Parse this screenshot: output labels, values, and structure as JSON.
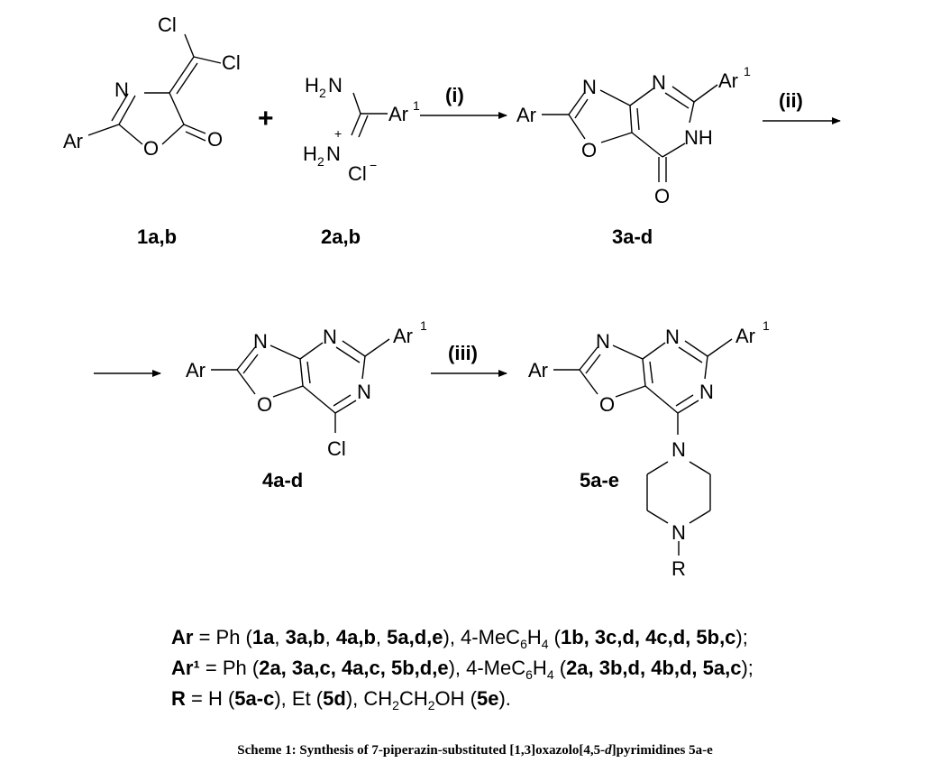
{
  "atoms": {
    "cl": "Cl",
    "n": "N",
    "o": "O",
    "ar": "Ar",
    "ar1": "Ar",
    "sup_1": "1",
    "nh": "NH",
    "h2n_h": "H",
    "h2n_n": "N",
    "sub_2": "2",
    "plus_charge": "+",
    "cl_anion": "Cl",
    "minus_charge": "−",
    "r": "R"
  },
  "plus_sign": "+",
  "steps": {
    "i": "(i)",
    "ii": "(ii)",
    "iii": "(iii)"
  },
  "compounds": {
    "c1": "1a,b",
    "c2": "2a,b",
    "c3": "3a-d",
    "c4": "4a-d",
    "c5": "5a-e"
  },
  "legend": {
    "row1": {
      "label": "Ar",
      "eq": " = Ph (",
      "p1": "1a",
      "s1": ", ",
      "p2": "3a,b",
      "s2": ", ",
      "p3": "4a,b",
      "s3": ", ",
      "p4": "5a,d,e",
      "s4": "), 4-MeC",
      "sub1": "6",
      "mid": "H",
      "sub2": "4",
      "s5": " (",
      "p5": "1b, 3c,d, 4c,d, 5b,c",
      "end": ");"
    },
    "row2": {
      "label": "Ar¹",
      "eq": " = Ph (",
      "p1": "2a, 3a,c, 4a,c, 5b,d,e",
      "s4": "), 4-MeC",
      "sub1": "6",
      "mid": "H",
      "sub2": "4",
      "s5": " (",
      "p5": "2a, 3b,d, 4b,d, 5a,c",
      "end": ");"
    },
    "row3": {
      "label": "R",
      "eq": " = H (",
      "p1": "5a-c",
      "s1": "), Et (",
      "p2": "5d",
      "s2": "), CH",
      "sub1": "2",
      "mid": "CH",
      "sub2": "2",
      "s3": "OH (",
      "p3": "5e",
      "end": ")."
    }
  },
  "caption": {
    "pre": "Scheme 1: Synthesis of 7-piperazin-substituted [1,3]oxazolo[4,5-",
    "ital": "d",
    "post": "]pyrimidines 5a-e"
  }
}
